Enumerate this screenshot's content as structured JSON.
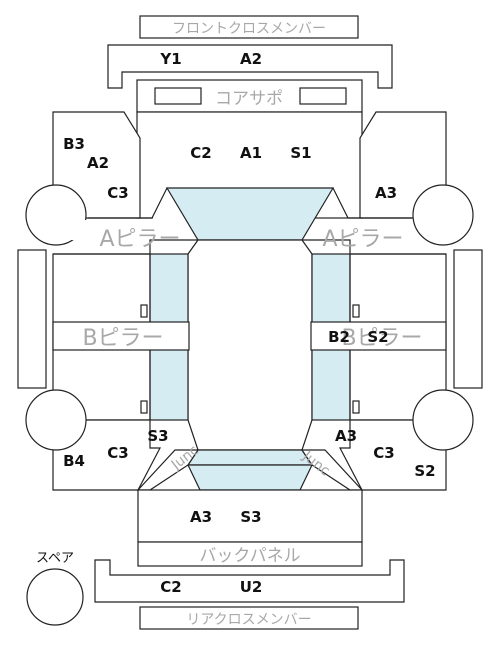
{
  "beams": {
    "front_cross_member": "フロントクロスメンバー",
    "core_support": "コアサポ",
    "a_pillar": "Aピラー",
    "b_pillar": "Bピラー",
    "back_panel": "バックパネル",
    "rear_cross_member": "リアクロスメンバー",
    "spare": "スペア",
    "curved_side_label": "Junc"
  },
  "grades": {
    "front_y1": "Y1",
    "front_a2": "A2",
    "core_c2": "C2",
    "core_a1": "A1",
    "core_s1": "S1",
    "left_front_b3": "B3",
    "left_front_a2": "A2",
    "left_front_c3": "C3",
    "right_front_a3": "A3",
    "right_b2": "B2",
    "right_s2": "S2",
    "left_rear_s3": "S3",
    "left_rear_c3": "C3",
    "left_rear_b4": "B4",
    "right_rear_a3": "A3",
    "right_rear_c3": "C3",
    "right_rear_s2": "S2",
    "back_a3": "A3",
    "back_s3": "S3",
    "rear_c2": "C2",
    "rear_u2": "U2"
  }
}
